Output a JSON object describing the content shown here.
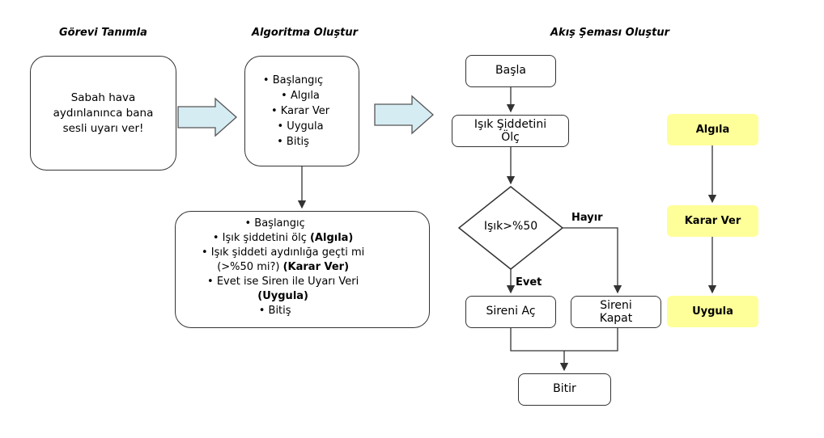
{
  "headers": {
    "define_task": "Görevi Tanımla",
    "create_algorithm": "Algoritma Oluştur",
    "create_flowchart": "Akış Şeması Oluştur"
  },
  "task_box": {
    "line1": "Sabah hava",
    "line2": "aydınlanınca bana",
    "line3": "sesli uyarı ver!"
  },
  "algorithm_box": {
    "start": "• Başlangıç",
    "step1": "• Algıla",
    "step2": "• Karar Ver",
    "step3": "• Uygula",
    "end": "• Bitiş"
  },
  "detail_box": {
    "start": "• Başlangıç",
    "l1_text": "• Işık şiddetini ölç ",
    "l1_bold": "(Algıla)",
    "l2_text": "• Işık şiddeti aydınlığa geçti mi",
    "l3_text": "(>%50 mi?) ",
    "l3_bold": "(Karar Ver)",
    "l4_text": "• Evet ise Siren ile Uyarı Veri",
    "l5_bold": "(Uygula)",
    "end": "• Bitiş"
  },
  "flowchart": {
    "start": "Başla",
    "measure_line1": "Işık Şiddetini",
    "measure_line2": "Ölç",
    "decision": "Işık>%50",
    "no_label": "Hayır",
    "yes_label": "Evet",
    "siren_on": "Sireni Aç",
    "siren_off_line1": "Sireni",
    "siren_off_line2": "Kapat",
    "end": "Bitir"
  },
  "phases": {
    "sense": "Algıla",
    "decide": "Karar Ver",
    "apply": "Uygula"
  },
  "colors": {
    "arrow_fill": "#d6ecf3",
    "phase_fill": "#ffff99",
    "border": "#333333"
  }
}
